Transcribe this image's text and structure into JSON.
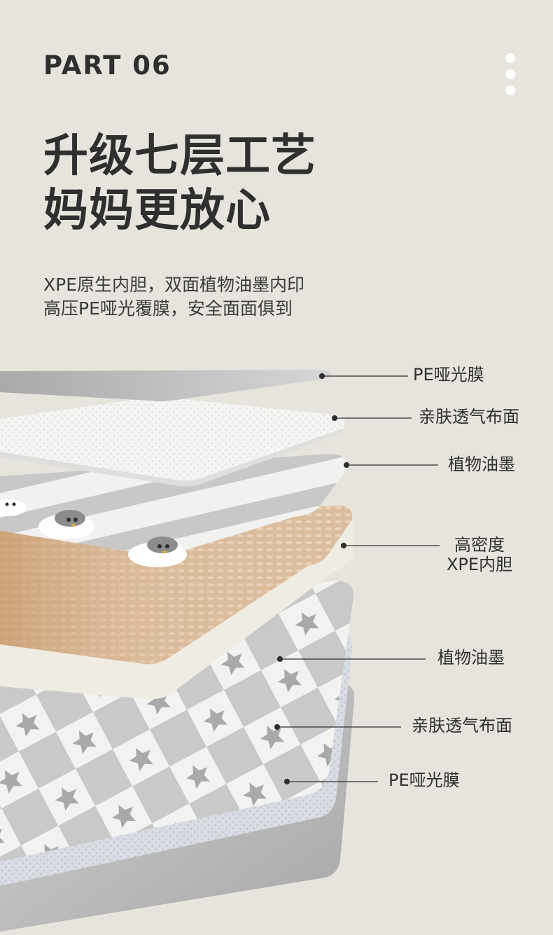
{
  "header": {
    "part": "PART 06"
  },
  "headline": {
    "line1": "升级七层工艺",
    "line2": "妈妈更放心"
  },
  "description": {
    "line1": "XPE原生内胆，双面植物油墨内印",
    "line2": "高压PE哑光覆膜，安全面面俱到"
  },
  "layers": [
    {
      "label": "PE哑光膜"
    },
    {
      "label": "亲肤透气布面"
    },
    {
      "label": "植物油墨"
    },
    {
      "label_line1": "高密度",
      "label_line2": "XPE内胆"
    },
    {
      "label": "植物油墨"
    },
    {
      "label": "亲肤透气布面"
    },
    {
      "label": "PE哑光膜"
    }
  ],
  "colors": {
    "background": "#e7e4de",
    "text": "#2f2f2f",
    "film": "#bdbdbd",
    "fabric": "#f4f4f2",
    "core_edge": "#d9b48f",
    "core_side": "#efece4",
    "ink_gray": "#a9a9a9"
  }
}
